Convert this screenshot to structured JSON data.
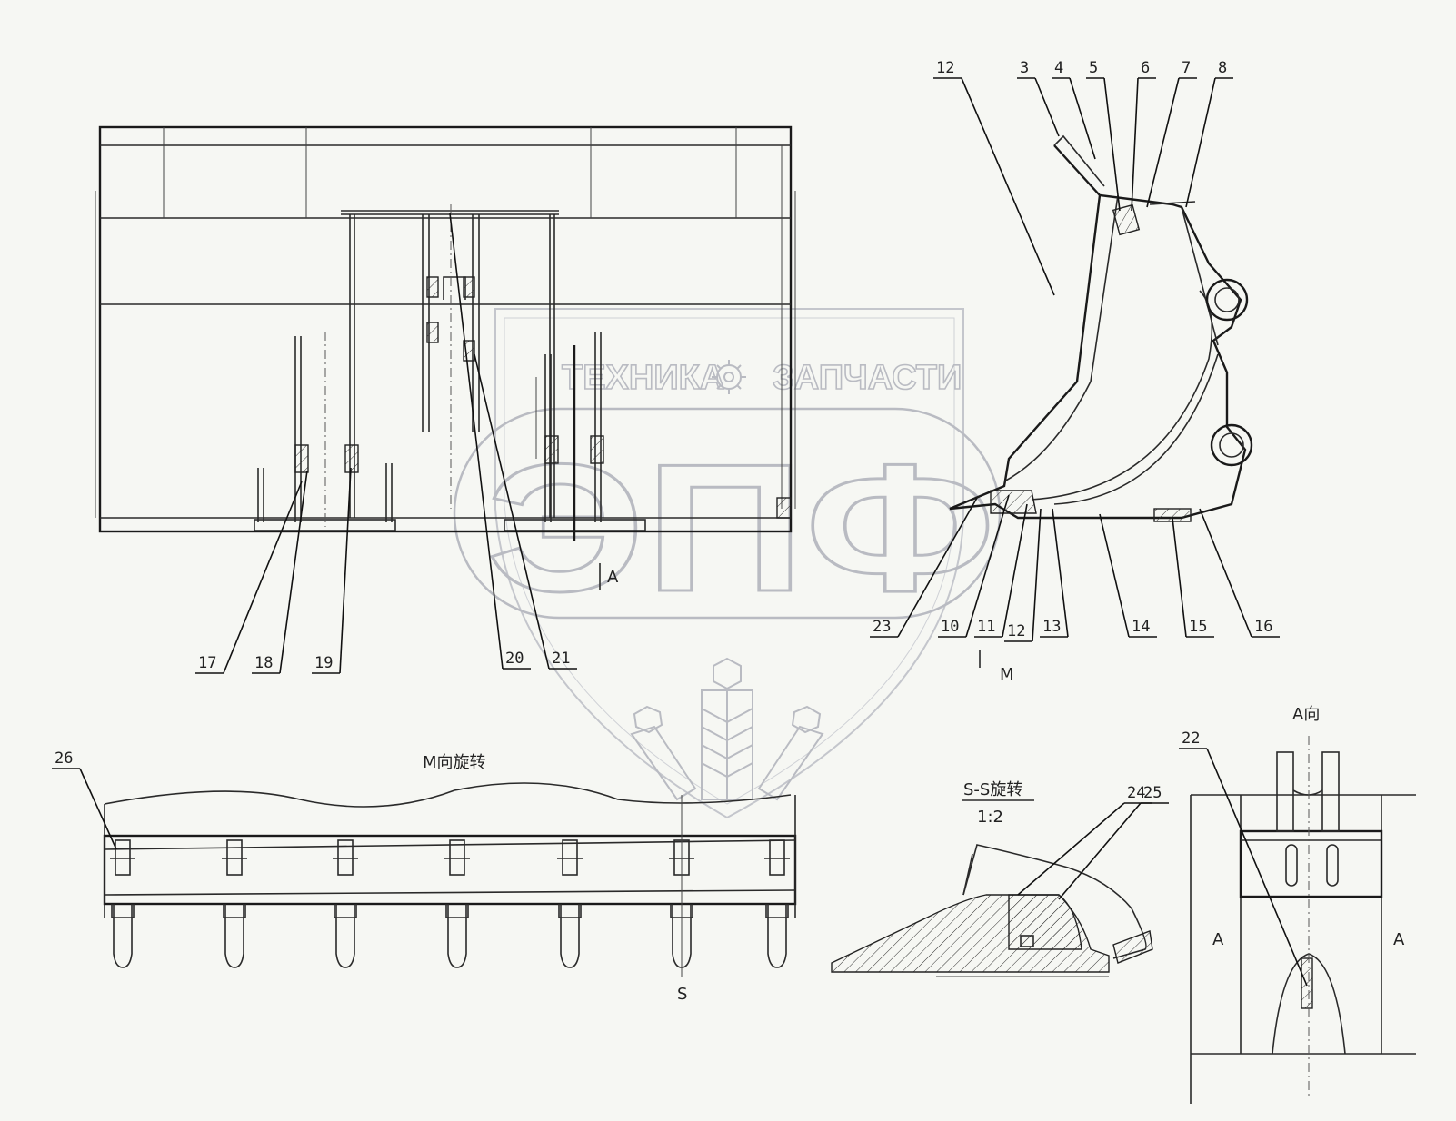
{
  "watermark": {
    "line1_left": "ТЕХНИКА",
    "line1_right": "ЗАПЧАСТИ",
    "logo": "ЭПФ",
    "gear_icon": "gear-icon"
  },
  "views": {
    "m_view_title": "M向旋转",
    "s_section_title": "S-S旋转",
    "s_section_scale": "1:2",
    "a_view_title": "A向",
    "arrow_a": "A",
    "arrow_m": "M",
    "section_s": "S",
    "section_mark_left": "A",
    "section_mark_right": "A"
  },
  "callouts": [
    {
      "id": "c12a",
      "text": "12"
    },
    {
      "id": "c3",
      "text": "3"
    },
    {
      "id": "c4",
      "text": "4"
    },
    {
      "id": "c5",
      "text": "5"
    },
    {
      "id": "c6",
      "text": "6"
    },
    {
      "id": "c7",
      "text": "7"
    },
    {
      "id": "c8",
      "text": "8"
    },
    {
      "id": "c17",
      "text": "17"
    },
    {
      "id": "c18",
      "text": "18"
    },
    {
      "id": "c19",
      "text": "19"
    },
    {
      "id": "c20",
      "text": "20"
    },
    {
      "id": "c21",
      "text": "21"
    },
    {
      "id": "c23",
      "text": "23"
    },
    {
      "id": "c10",
      "text": "10"
    },
    {
      "id": "c11",
      "text": "11"
    },
    {
      "id": "c12b",
      "text": "12"
    },
    {
      "id": "c13",
      "text": "13"
    },
    {
      "id": "c14",
      "text": "14"
    },
    {
      "id": "c15",
      "text": "15"
    },
    {
      "id": "c16",
      "text": "16"
    },
    {
      "id": "c26",
      "text": "26"
    },
    {
      "id": "c24",
      "text": "24"
    },
    {
      "id": "c25",
      "text": "25"
    },
    {
      "id": "c22",
      "text": "22"
    }
  ]
}
